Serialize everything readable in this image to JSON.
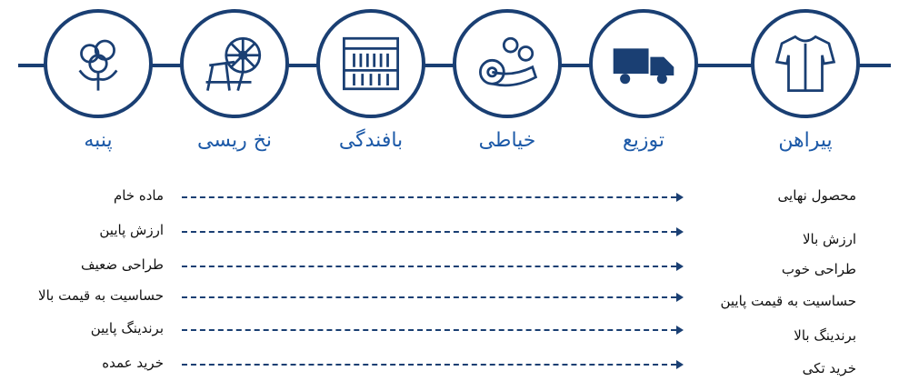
{
  "stages": [
    {
      "icon": "shirt-icon",
      "label": "پیراهن"
    },
    {
      "icon": "truck-icon",
      "label": "توزیع"
    },
    {
      "icon": "tape-buttons-icon",
      "label": "خیاطی"
    },
    {
      "icon": "loom-icon",
      "label": "بافندگی"
    },
    {
      "icon": "spinning-wheel-icon",
      "label": "نخ ریسی"
    },
    {
      "icon": "cotton-icon",
      "label": "پنبه"
    }
  ],
  "comparison": [
    {
      "from": "ماده خام",
      "to": "محصول نهایی"
    },
    {
      "from": "ارزش پایین",
      "to": "ارزش بالا"
    },
    {
      "from": "طراحی ضعیف",
      "to": "طراحی خوب"
    },
    {
      "from": "حساسیت به قیمت بالا",
      "to": "حساسیت به قیمت پایین"
    },
    {
      "from": "برندینگ پایین",
      "to": "برندینگ بالا"
    },
    {
      "from": "خرید عمده",
      "to": "خرید تکی"
    }
  ],
  "colors": {
    "primary": "#1a3f73",
    "label": "#1d5aa8"
  }
}
